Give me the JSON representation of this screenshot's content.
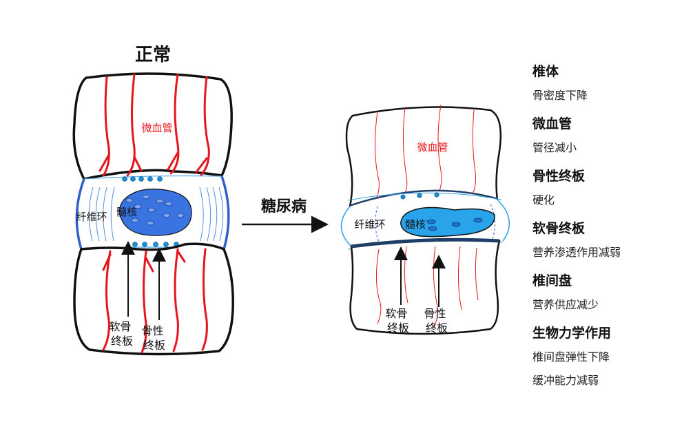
{
  "normal": {
    "title": "正常",
    "microvessel": "微血管",
    "annulus": "纤维环",
    "nucleus": "髓核",
    "cartilage_endplate": [
      "软骨",
      "终板"
    ],
    "bony_endplate": [
      "骨性",
      "终板"
    ]
  },
  "arrow_label": "糖尿病",
  "diabetic": {
    "microvessel": "微血管",
    "annulus": "纤维环",
    "nucleus": "髓核",
    "cartilage_endplate": [
      "软骨",
      "终板"
    ],
    "bony_endplate": [
      "骨性",
      "终板"
    ]
  },
  "legend": [
    {
      "title": "椎体",
      "items": [
        "骨密度下降"
      ]
    },
    {
      "title": "微血管",
      "items": [
        "管径减小"
      ]
    },
    {
      "title": "骨性终板",
      "items": [
        "硬化"
      ]
    },
    {
      "title": "软骨终板",
      "items": [
        "营养渗透作用减弱"
      ]
    },
    {
      "title": "椎间盘",
      "items": [
        "营养供应减少"
      ]
    },
    {
      "title": "生物力学作用",
      "items": [
        "椎间盘弹性下降",
        "缓冲能力减弱"
      ]
    }
  ],
  "colors": {
    "vessel": "#e8141c",
    "outline": "#111111",
    "disc_edge": "#3060c8",
    "nucleus_fill": "#3a74e0",
    "nucleus_fill_light": "#29a3ea",
    "dot": "#1a8fd6",
    "diabetic_plate": "#1f3d66"
  }
}
